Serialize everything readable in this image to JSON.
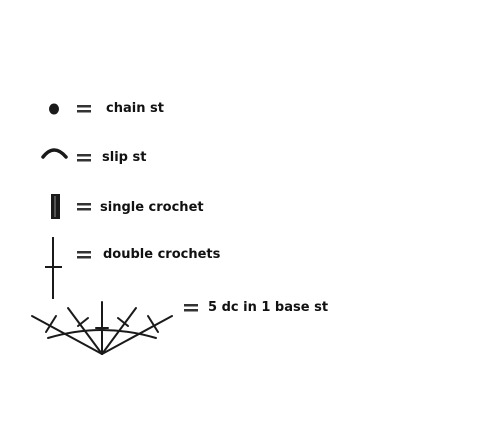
{
  "legend": {
    "items": [
      {
        "symbol": "chain-stitch-dot",
        "label": "chain st"
      },
      {
        "symbol": "slip-stitch-arc",
        "label": "slip st"
      },
      {
        "symbol": "single-crochet-bar",
        "label": "single crochet"
      },
      {
        "symbol": "double-crochet-cross",
        "label": "double crochets"
      },
      {
        "symbol": "five-dc-fan",
        "label": "5 dc in 1 base st"
      }
    ],
    "equals_symbol": "="
  },
  "colors": {
    "ink": "#1a1a1a",
    "background": "#ffffff"
  }
}
